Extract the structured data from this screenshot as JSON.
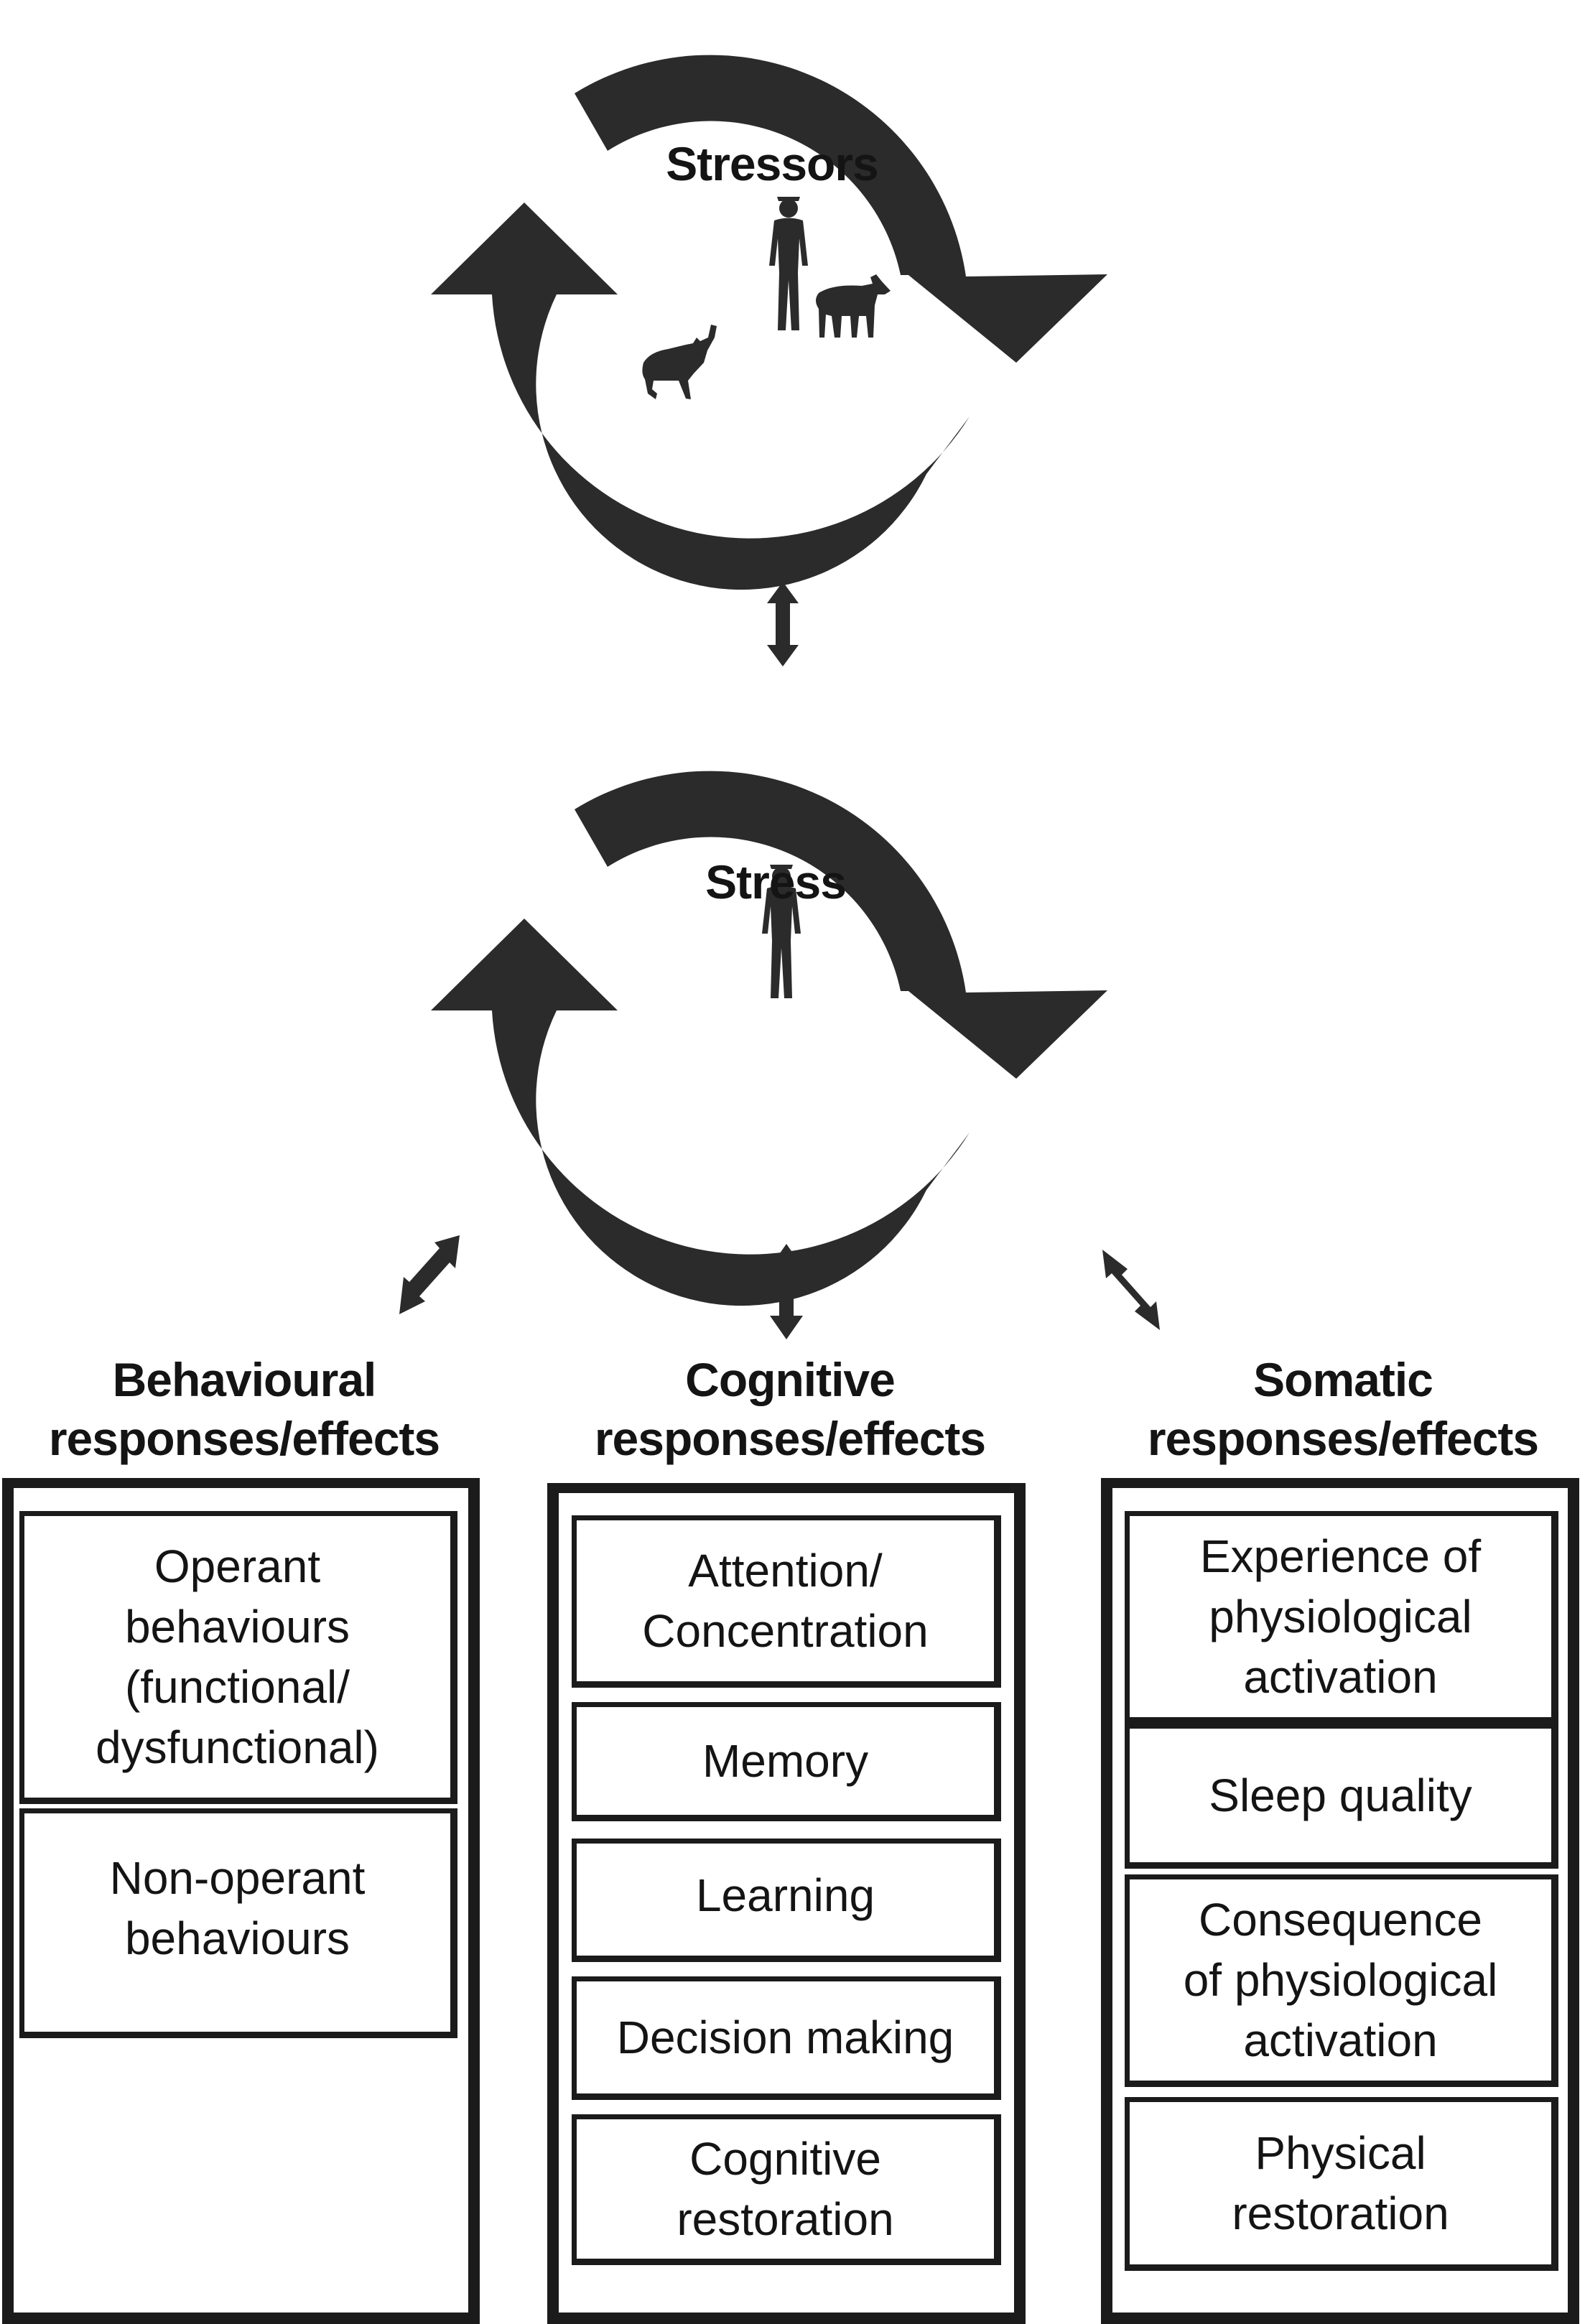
{
  "colors": {
    "ink": "#2b2b2b",
    "border": "#1b1b1b",
    "background": "#ffffff"
  },
  "cycles": {
    "stressors": {
      "title": "Stressors",
      "icons": [
        "person-icon",
        "goat-icon",
        "wolf-icon"
      ]
    },
    "stress": {
      "title": "Stress",
      "icons": [
        "person-icon"
      ]
    }
  },
  "columns": [
    {
      "heading": [
        "Behavioural",
        "responses/effects"
      ],
      "items": [
        [
          "Operant",
          "behaviours",
          "(functional/",
          "dysfunctional)"
        ],
        [
          "Non-operant",
          "behaviours"
        ]
      ]
    },
    {
      "heading": [
        "Cognitive",
        "responses/effects"
      ],
      "items": [
        [
          "Attention/",
          "Concentration"
        ],
        [
          "Memory"
        ],
        [
          "Learning"
        ],
        [
          "Decision making"
        ],
        [
          "Cognitive",
          "restoration"
        ]
      ]
    },
    {
      "heading": [
        "Somatic",
        "responses/effects"
      ],
      "items": [
        [
          "Experience of",
          "physiological",
          "activation"
        ],
        [
          "Sleep quality"
        ],
        [
          "Consequence",
          "of physiological",
          "activation"
        ],
        [
          "Physical",
          "restoration"
        ]
      ]
    }
  ]
}
